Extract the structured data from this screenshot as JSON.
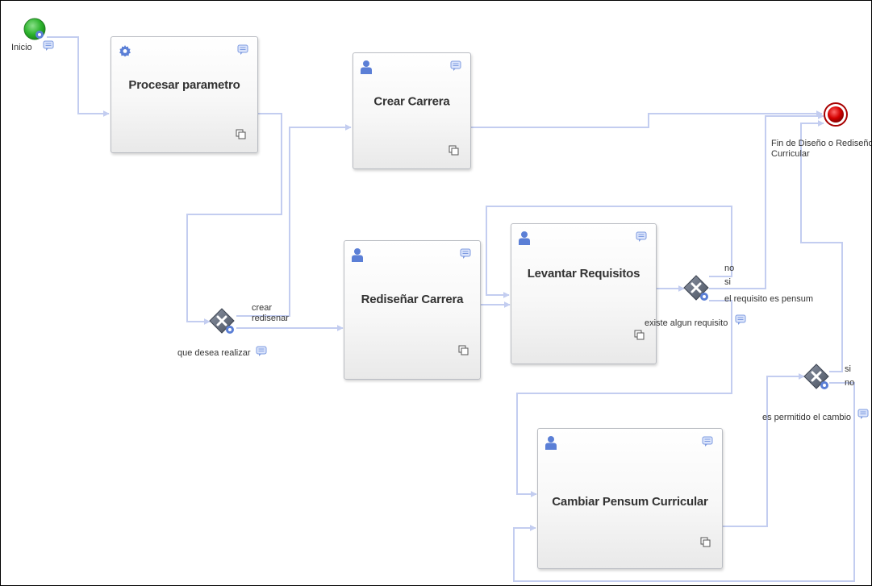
{
  "events": {
    "start": {
      "label": "Inicio",
      "color": "#2fb52f"
    },
    "end": {
      "label_line1": "Fin de Diseño o Rediseño",
      "label_line2": "Curricular",
      "color": "#d40000"
    }
  },
  "tasks": {
    "procesar_parametro": {
      "label": "Procesar parametro",
      "icon": "gear-icon"
    },
    "crear_carrera": {
      "label": "Crear Carrera",
      "icon": "user-icon"
    },
    "redisenar_carrera": {
      "label": "Rediseñar Carrera",
      "icon": "user-icon"
    },
    "levantar_requisitos": {
      "label": "Levantar Requisitos",
      "icon": "user-icon"
    },
    "cambiar_pensum": {
      "label": "Cambiar Pensum Curricular",
      "icon": "user-icon"
    }
  },
  "gateways": {
    "que_desea": {
      "label": "que desea realizar",
      "out1": "crear",
      "out2": "redisenar"
    },
    "existe_requisito": {
      "label": "existe algun requisito",
      "out_no": "no",
      "out_si": "si",
      "out_cond": "el requisito es pensum"
    },
    "es_permitido": {
      "label": "es permitido el cambio",
      "out_si": "si",
      "out_no": "no"
    }
  },
  "colors": {
    "connector": "#c3cdf0",
    "task_border": "#b9bcc2",
    "icon_blue": "#5b7fd6"
  }
}
